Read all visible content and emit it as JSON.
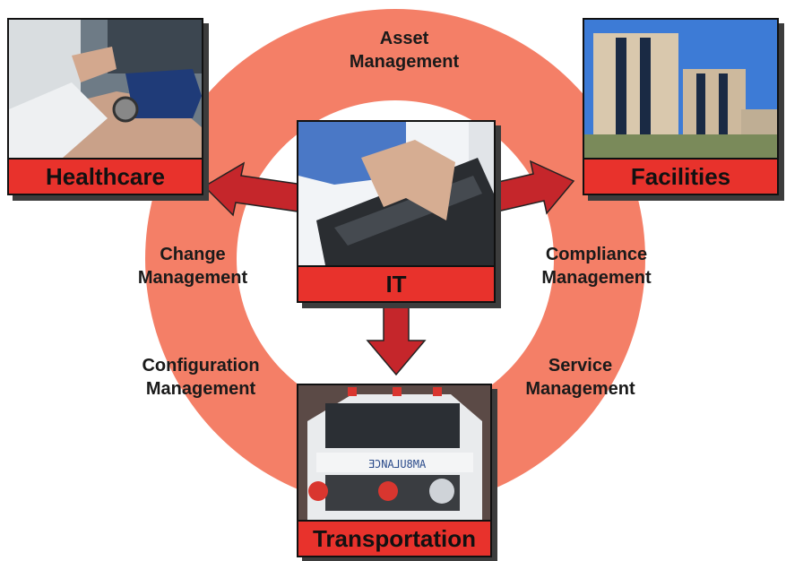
{
  "ring": {
    "color": "#f47f67"
  },
  "accent": "#e8322c",
  "labels": {
    "asset": [
      "Asset",
      "Management"
    ],
    "change": [
      "Change",
      "Management"
    ],
    "compliance": [
      "Compliance",
      "Management"
    ],
    "configuration": [
      "Configuration",
      "Management"
    ],
    "service": [
      "Service",
      "Management"
    ]
  },
  "cards": {
    "healthcare": {
      "title": "Healthcare",
      "icon": "blood-pressure-photo"
    },
    "facilities": {
      "title": "Facilities",
      "icon": "hospital-building-photo"
    },
    "it": {
      "title": "IT",
      "icon": "laptop-typing-photo"
    },
    "transportation": {
      "title": "Transportation",
      "icon": "ambulance-photo"
    }
  }
}
